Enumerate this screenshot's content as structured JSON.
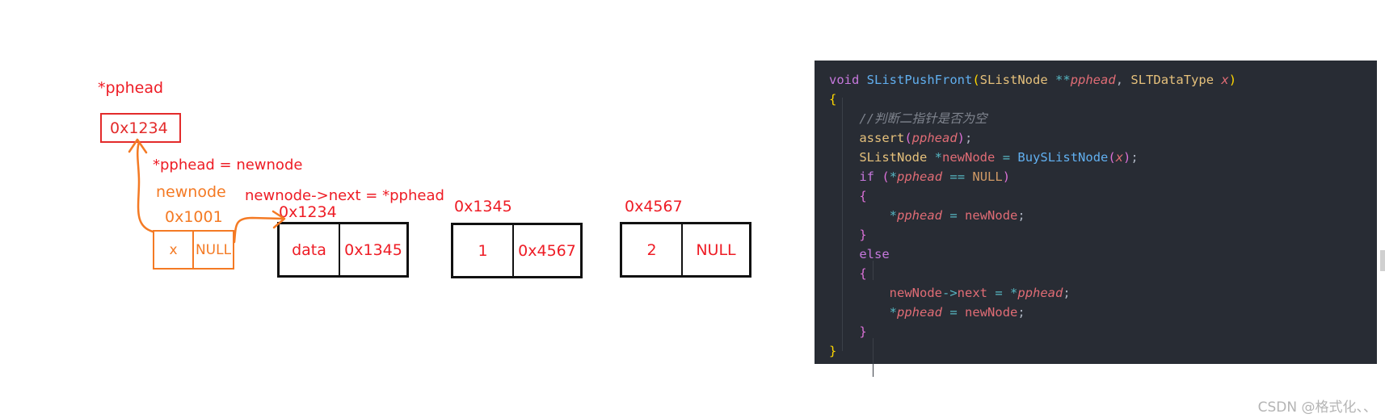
{
  "diagram": {
    "pphead_label": "*pphead",
    "pphead_value": "0x1234",
    "assign_label": "*pphead = newnode",
    "newnode_label": "newnode",
    "newnode_addr": "0x1001",
    "next_assign_label": "newnode->next = *pphead",
    "new_node": {
      "data": "x",
      "next": "NULL"
    },
    "nodes": [
      {
        "addr": "0x1234",
        "data": "data",
        "next": "0x1345"
      },
      {
        "addr": "0x1345",
        "data": "1",
        "next": "0x4567"
      },
      {
        "addr": "0x4567",
        "data": "2",
        "next": "NULL"
      }
    ],
    "colors": {
      "red": "#ee1c25",
      "orange": "#f47a24",
      "black": "#111111"
    }
  },
  "code": {
    "language": "c",
    "lines": [
      "void SListPushFront(SListNode **pphead, SLTDataType x)",
      "{",
      "    //判断二指针是否为空",
      "    assert(pphead);",
      "    SListNode *newNode = BuySListNode(x);",
      "    if (*pphead == NULL)",
      "    {",
      "        *pphead = newNode;",
      "    }",
      "    else",
      "    {",
      "        newNode->next = *pphead;",
      "        *pphead = newNode;",
      "    }",
      "}"
    ]
  },
  "watermark": "CSDN @格式化、、"
}
